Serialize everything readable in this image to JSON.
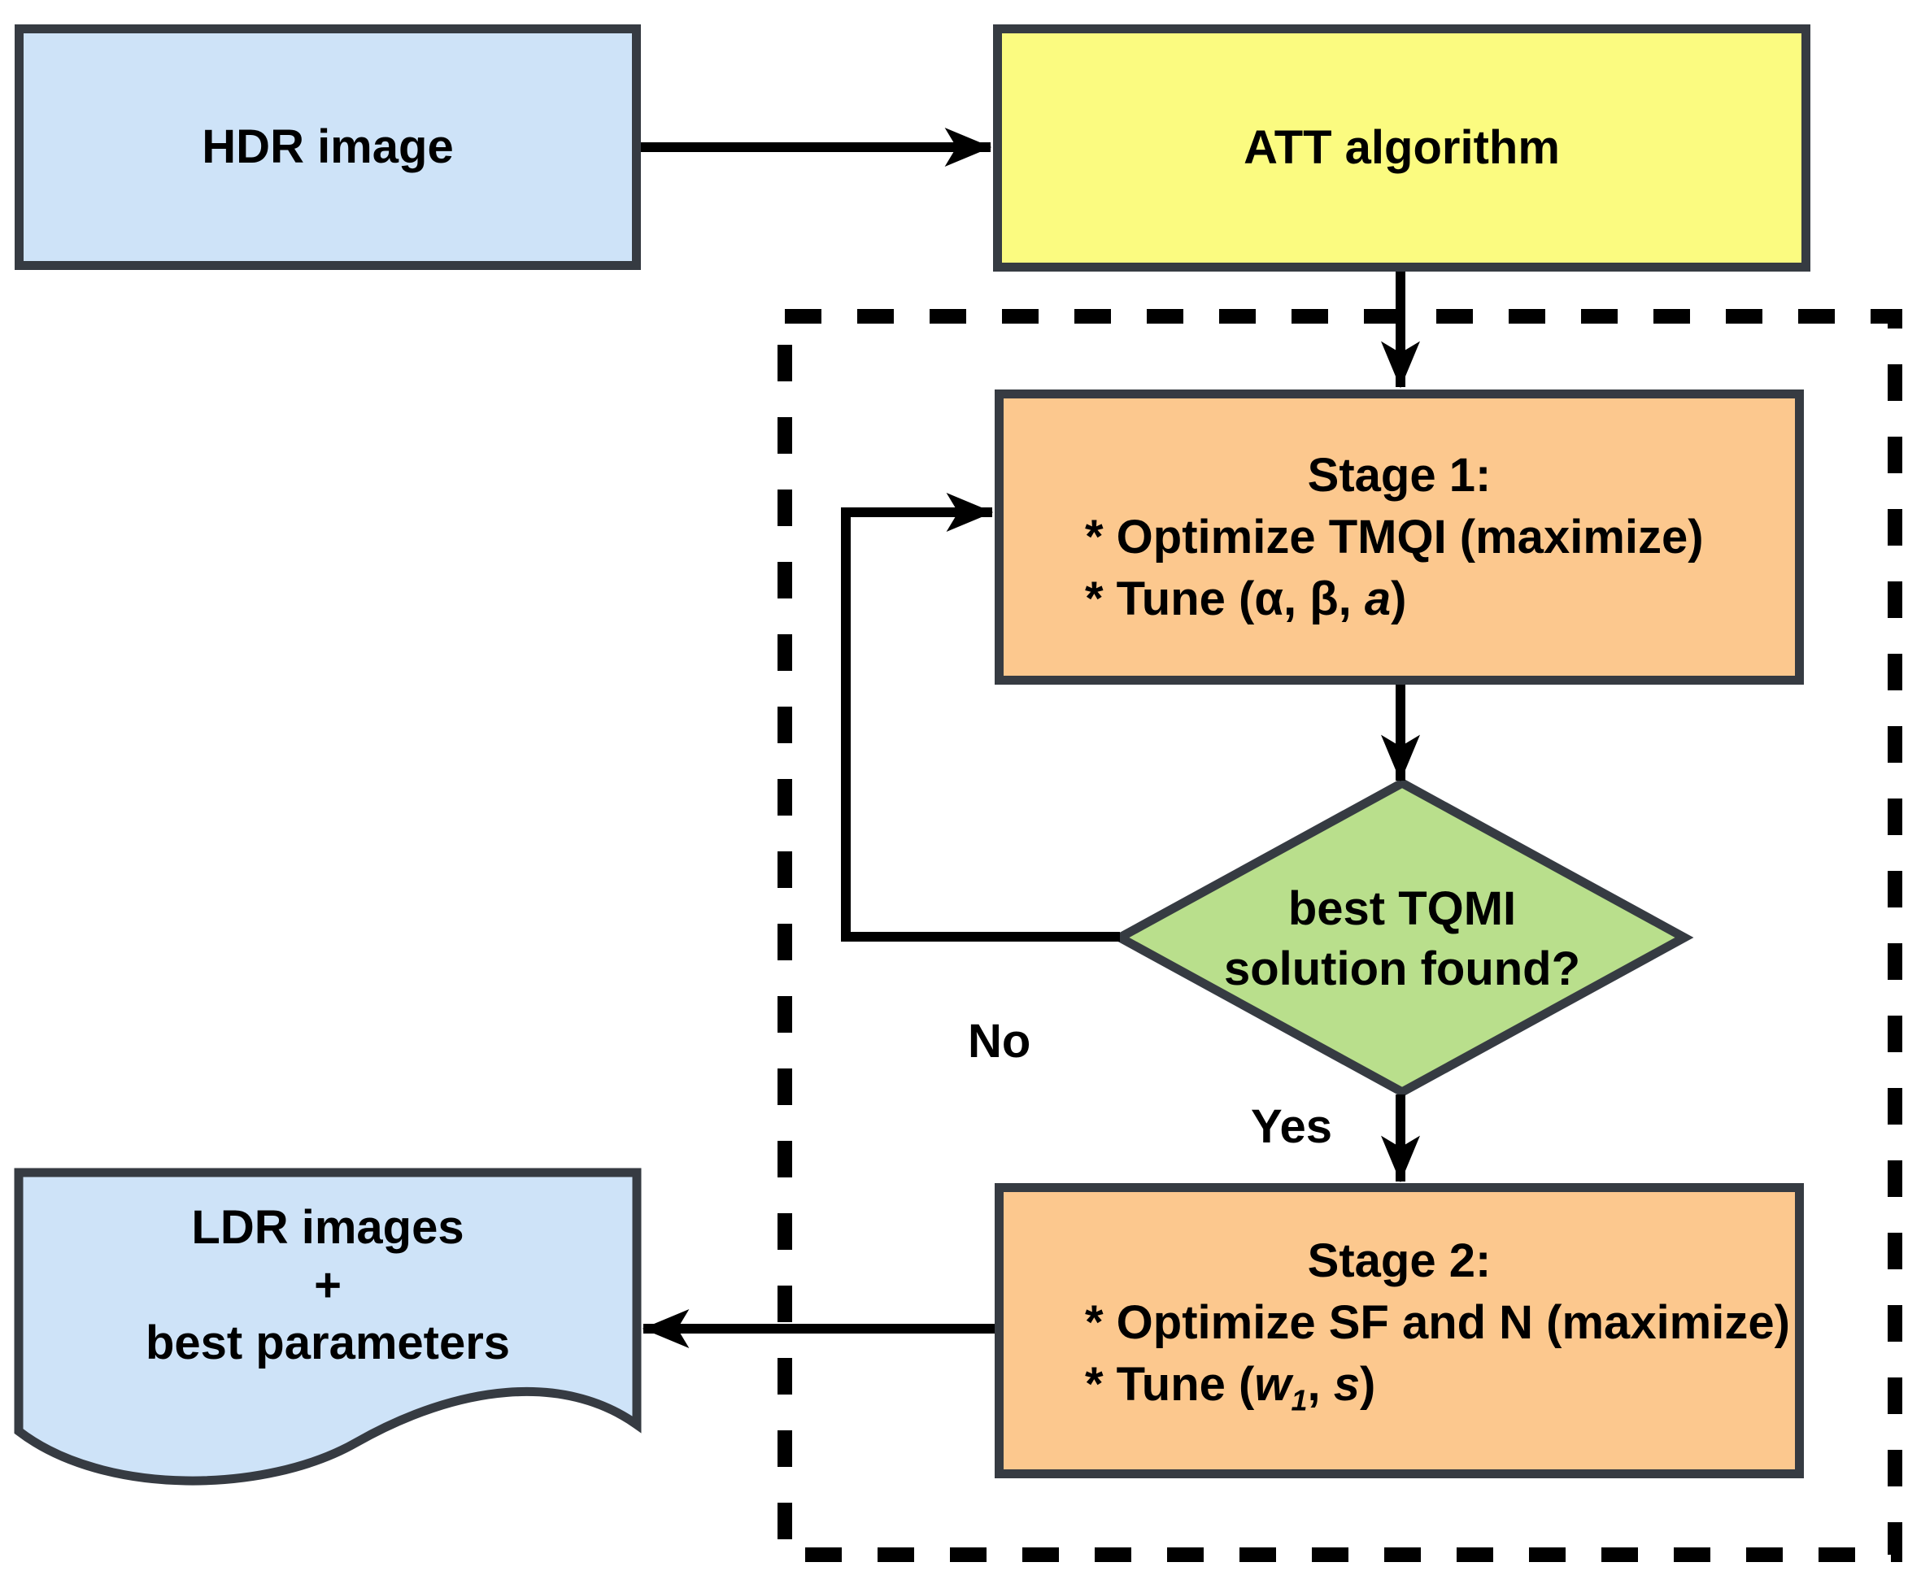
{
  "figure": {
    "type": "flowchart",
    "nodes": {
      "hdr": {
        "label": "HDR image"
      },
      "att": {
        "label": "ATT algorithm"
      },
      "stage1": {
        "title": "Stage 1:",
        "bullet1": "* Optimize TMQI (maximize)",
        "tune_pre": "* Tune (α, β, ",
        "tune_a": "a",
        "tune_post": ")"
      },
      "decision": {
        "line1": "best TQMI",
        "line2": "solution found?"
      },
      "stage2": {
        "title": "Stage 2:",
        "bullet1": "* Optimize SF and N (maximize)",
        "tune_pre": "* Tune (",
        "tune_w": "w",
        "tune_sub": "1",
        "tune_mid": ", ",
        "tune_s": "s",
        "tune_post": ")"
      },
      "ldr": {
        "line1": "LDR images",
        "line2": "+",
        "line3": "best parameters"
      }
    },
    "edge_labels": {
      "no": "No",
      "yes": "Yes"
    },
    "colors": {
      "io_fill": "#CEE3F8",
      "algorithm_fill": "#FBFB80",
      "process_fill": "#FCC88E",
      "decision_fill": "#B9DF8C",
      "box_border": "#363B42",
      "line": "#000000"
    }
  }
}
